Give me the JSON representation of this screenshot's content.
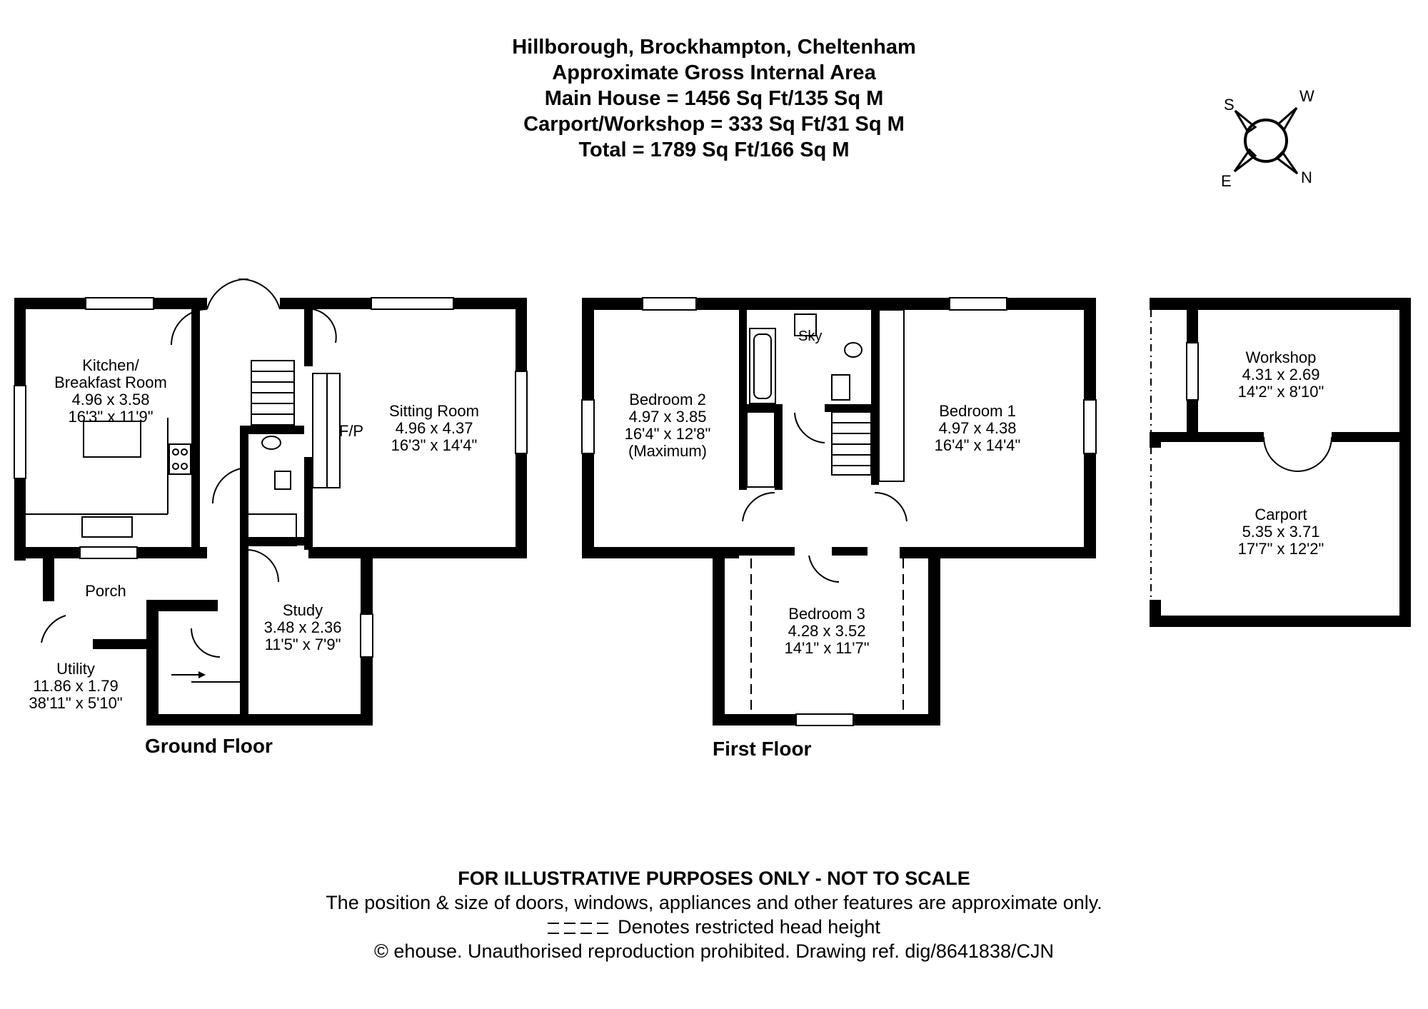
{
  "header": {
    "address": "Hillborough, Brockhampton, Cheltenham",
    "subtitle": "Approximate Gross Internal Area",
    "main_house": "Main House = 1456 Sq Ft/135 Sq M",
    "carport_workshop": "Carport/Workshop = 333 Sq Ft/31 Sq M",
    "total": "Total = 1789 Sq Ft/166 Sq M"
  },
  "compass": {
    "s": "S",
    "w": "W",
    "e": "E",
    "n": "N"
  },
  "floors": {
    "ground": "Ground Floor",
    "first": "First Floor"
  },
  "rooms": {
    "kitchen": {
      "name1": "Kitchen/",
      "name2": "Breakfast Room",
      "metric": "4.96 x 3.58",
      "imperial": "16'3\" x 11'9\""
    },
    "sitting": {
      "name": "Sitting Room",
      "metric": "4.96 x 4.37",
      "imperial": "16'3\" x 14'4\""
    },
    "fp": "F/P",
    "porch": {
      "name": "Porch"
    },
    "utility": {
      "name": "Utility",
      "metric": "11.86 x 1.79",
      "imperial": "38'11\" x 5'10\""
    },
    "study": {
      "name": "Study",
      "metric": "3.48 x 2.36",
      "imperial": "11'5\" x 7'9\""
    },
    "bedroom2": {
      "name": "Bedroom 2",
      "metric": "4.97 x 3.85",
      "imperial": "16'4\" x 12'8\"",
      "note": "(Maximum)"
    },
    "bedroom1": {
      "name": "Bedroom 1",
      "metric": "4.97 x 4.38",
      "imperial": "16'4\" x 14'4\""
    },
    "bedroom3": {
      "name": "Bedroom 3",
      "metric": "4.28 x 3.52",
      "imperial": "14'1\" x 11'7\""
    },
    "sky": "Sky",
    "workshop": {
      "name": "Workshop",
      "metric": "4.31 x 2.69",
      "imperial": "14'2\" x 8'10\""
    },
    "carport": {
      "name": "Carport",
      "metric": "5.35 x 3.71",
      "imperial": "17'7\" x 12'2\""
    }
  },
  "footer": {
    "disclaimer_title": "FOR ILLUSTRATIVE PURPOSES ONLY - NOT TO SCALE",
    "disclaimer": "The position & size of doors, windows, appliances and other features are approximate only.",
    "restricted_key": "Denotes restricted head height",
    "copyright": "© ehouse. Unauthorised reproduction prohibited. Drawing ref. dig/8641838/CJN"
  }
}
